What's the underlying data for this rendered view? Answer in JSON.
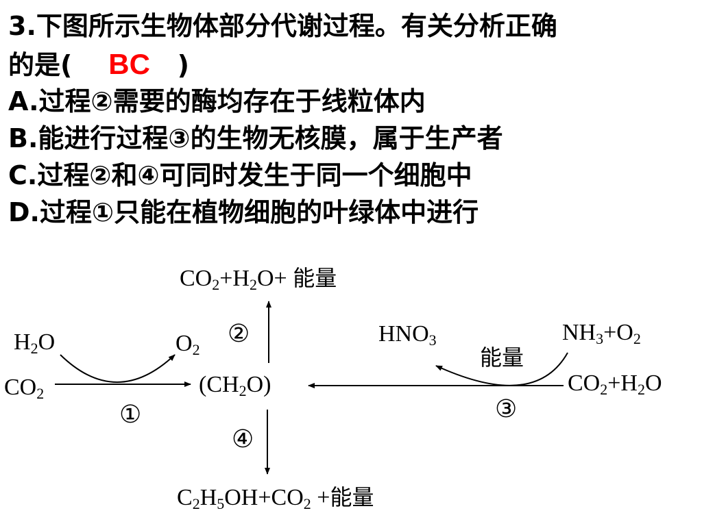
{
  "question": {
    "line1": "3.下图所示生物体部分代谢过程。有关分析正确",
    "line2_prefix": "的是(",
    "answer": "BC",
    "line2_suffix": ")",
    "options": [
      "A.过程②需要的酶均存在于线粒体内",
      "B.能进行过程③的生物无核膜，属于生产者",
      "C.过程②和④可同时发生于同一个细胞中",
      "D.过程①只能在植物细胞的叶绿体中进行"
    ]
  },
  "diagram": {
    "top_product": {
      "co": "CO",
      "s1": "2",
      "plus_h": "+H",
      "s2": "2",
      "o_plus": "O+",
      "energy": "能量"
    },
    "h2o_left": {
      "h": "H",
      "s": "2",
      "o": "O"
    },
    "o2": {
      "o": "O",
      "s": "2"
    },
    "co2_left": {
      "co": "CO",
      "s": "2"
    },
    "center": {
      "open": "(CH",
      "s": "2",
      "close": "O)"
    },
    "hno3": {
      "hno": "HNO",
      "s": "3"
    },
    "nh3_o2": {
      "nh": "NH",
      "s1": "3",
      "plus_o": "+O",
      "s2": "2"
    },
    "energy_mid": "能量",
    "co2_h2o_right": {
      "co": "CO",
      "s1": "2",
      "plus_h": "+H",
      "s2": "2",
      "o": "O"
    },
    "bottom_product": {
      "c": "C",
      "s1": "2",
      "h": "H",
      "s2": "5",
      "oh_co": "OH+CO",
      "s3": "2",
      "plus": " +",
      "energy": "能量"
    },
    "steps": {
      "one": "①",
      "two": "②",
      "three": "③",
      "four": "④"
    }
  }
}
